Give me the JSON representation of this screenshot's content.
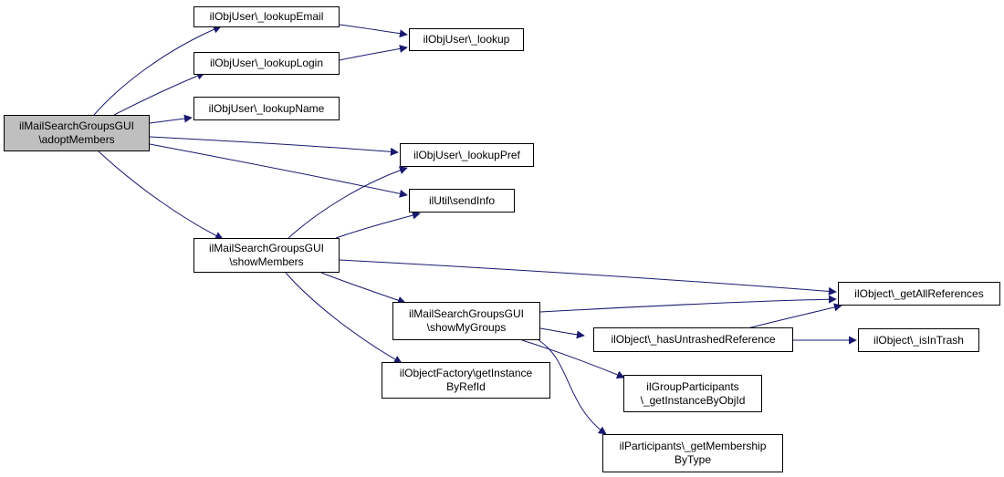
{
  "colors": {
    "edge": "#191970",
    "root_fill": "#bfbfbf",
    "node_fill": "#ffffff",
    "border": "#000000"
  },
  "nodes": {
    "root": {
      "line1": "ilMailSearchGroupsGUI",
      "line2": "\\adoptMembers"
    },
    "lookupEmail": {
      "line1": "ilObjUser\\_lookupEmail"
    },
    "lookup": {
      "line1": "ilObjUser\\_lookup"
    },
    "lookupLogin": {
      "line1": "ilObjUser\\_lookupLogin"
    },
    "lookupName": {
      "line1": "ilObjUser\\_lookupName"
    },
    "lookupPref": {
      "line1": "ilObjUser\\_lookupPref"
    },
    "sendInfo": {
      "line1": "ilUtil\\sendInfo"
    },
    "showMembers": {
      "line1": "ilMailSearchGroupsGUI",
      "line2": "\\showMembers"
    },
    "getAllReferences": {
      "line1": "ilObject\\_getAllReferences"
    },
    "showMyGroups": {
      "line1": "ilMailSearchGroupsGUI",
      "line2": "\\showMyGroups"
    },
    "hasUntrashed": {
      "line1": "ilObject\\_hasUntrashedReference"
    },
    "isInTrash": {
      "line1": "ilObject\\_isInTrash"
    },
    "getInstanceByRefId": {
      "line1": "ilObjectFactory\\getInstance",
      "line2": "ByRefId"
    },
    "getInstanceByObjId": {
      "line1": "ilGroupParticipants",
      "line2": "\\_getInstanceByObjId"
    },
    "getMembership": {
      "line1": "ilParticipants\\_getMembership",
      "line2": "ByType"
    }
  },
  "edges": [
    {
      "from": "root",
      "to": "lookupEmail"
    },
    {
      "from": "root",
      "to": "lookupLogin"
    },
    {
      "from": "root",
      "to": "lookupName"
    },
    {
      "from": "root",
      "to": "lookupPref"
    },
    {
      "from": "root",
      "to": "sendInfo"
    },
    {
      "from": "root",
      "to": "showMembers"
    },
    {
      "from": "lookupEmail",
      "to": "lookup"
    },
    {
      "from": "lookupLogin",
      "to": "lookup"
    },
    {
      "from": "showMembers",
      "to": "lookupPref"
    },
    {
      "from": "showMembers",
      "to": "sendInfo"
    },
    {
      "from": "showMembers",
      "to": "getAllReferences"
    },
    {
      "from": "showMembers",
      "to": "showMyGroups"
    },
    {
      "from": "showMembers",
      "to": "getInstanceByRefId"
    },
    {
      "from": "showMyGroups",
      "to": "getAllReferences"
    },
    {
      "from": "showMyGroups",
      "to": "hasUntrashed"
    },
    {
      "from": "showMyGroups",
      "to": "getInstanceByObjId"
    },
    {
      "from": "showMyGroups",
      "to": "getMembership"
    },
    {
      "from": "hasUntrashed",
      "to": "getAllReferences"
    },
    {
      "from": "hasUntrashed",
      "to": "isInTrash"
    }
  ]
}
